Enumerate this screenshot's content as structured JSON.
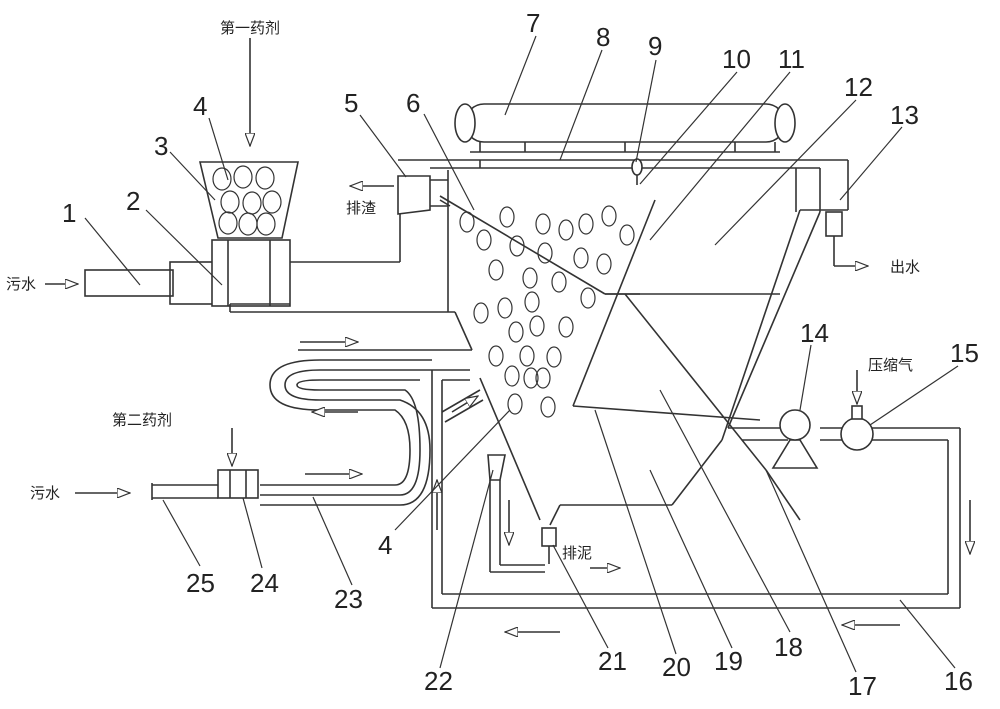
{
  "labels": {
    "first_agent": "第一药剂",
    "second_agent": "第二药剂",
    "sewage_top": "污水",
    "sewage_bottom": "污水",
    "slag_discharge": "排渣",
    "water_outlet": "出水",
    "compressed_air": "压缩气",
    "sludge_discharge": "排泥"
  },
  "part_numbers": [
    "1",
    "2",
    "3",
    "4",
    "5",
    "6",
    "7",
    "8",
    "9",
    "10",
    "11",
    "12",
    "13",
    "14",
    "15",
    "16",
    "17",
    "18",
    "19",
    "20",
    "21",
    "22",
    "23",
    "24",
    "25",
    "4"
  ],
  "colors": {
    "line": "#333333",
    "background": "#ffffff"
  }
}
